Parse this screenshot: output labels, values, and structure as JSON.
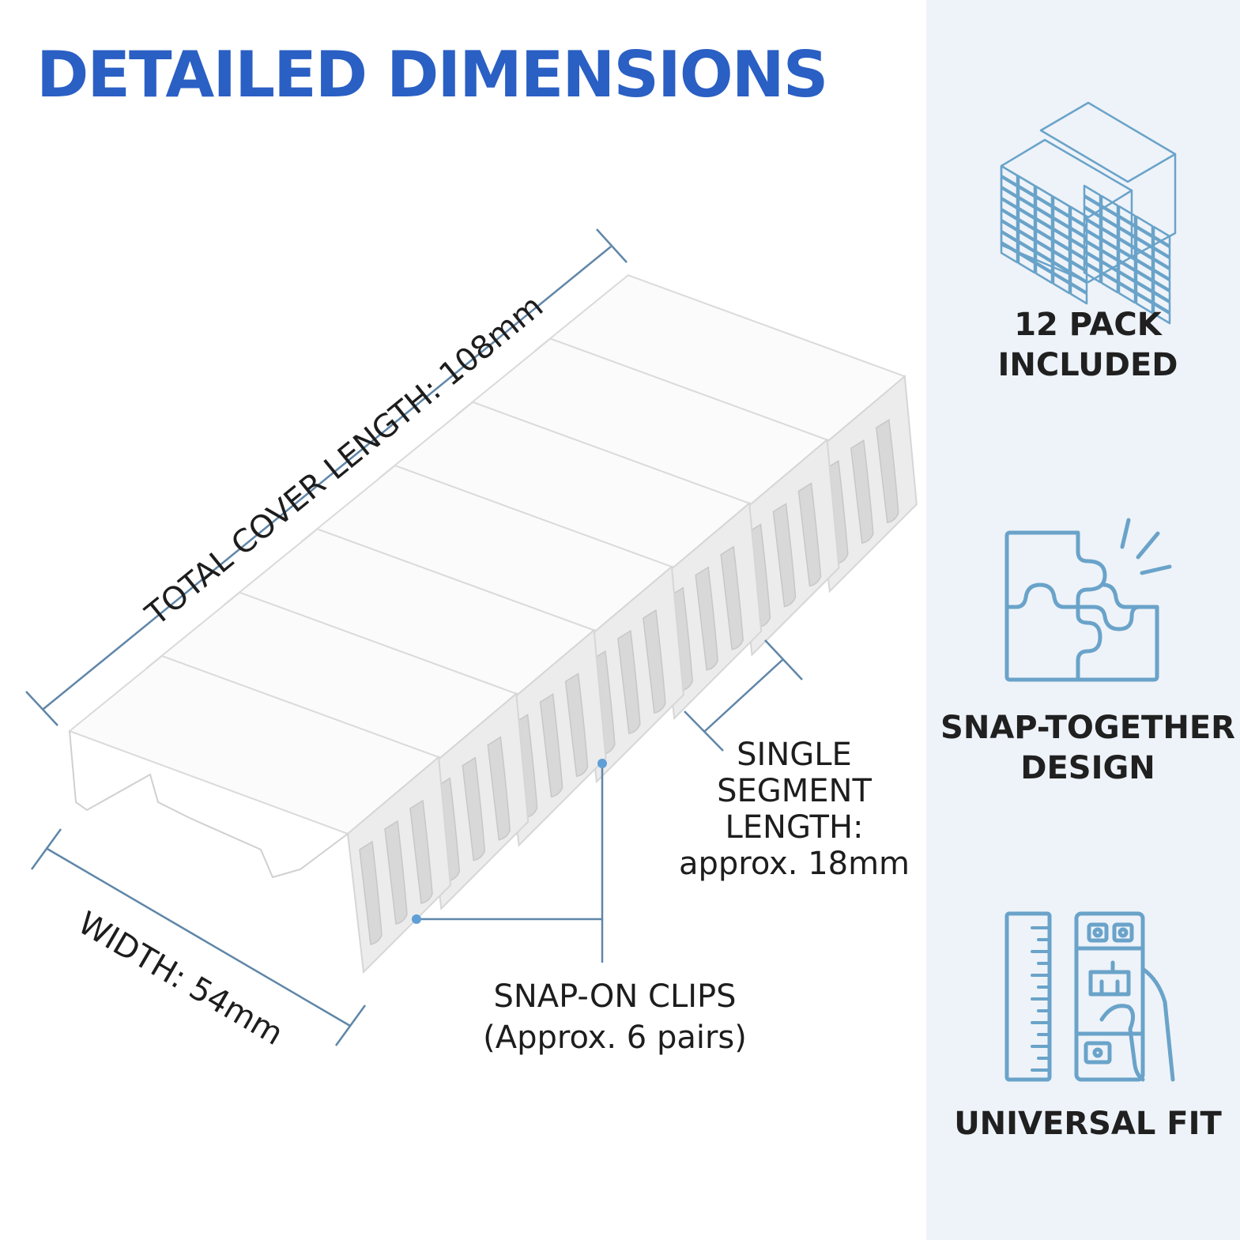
{
  "title": "DETAILED DIMENSIONS",
  "dimensions": {
    "total_length": "TOTAL COVER LENGTH: 108mm",
    "width": "WIDTH: 54mm",
    "segment": [
      "SINGLE",
      "SEGMENT",
      "LENGTH:",
      "approx. 18mm"
    ],
    "clips": [
      "SNAP-ON CLIPS",
      "(Approx. 6 pairs)"
    ]
  },
  "features": [
    {
      "icon": "stacked-blocks-icon",
      "lines": [
        "12 PACK",
        "INCLUDED"
      ]
    },
    {
      "icon": "puzzle-pieces-icon",
      "lines": [
        "SNAP-TOGETHER",
        "DESIGN"
      ]
    },
    {
      "icon": "ruler-and-breaker-icon",
      "lines": [
        "UNIVERSAL FIT"
      ]
    }
  ],
  "colors": {
    "title": "#2a5fc4",
    "accent_line": "#5f86a8",
    "icon_stroke": "#6aa3c9",
    "panel_bg": "#eef3f9"
  }
}
